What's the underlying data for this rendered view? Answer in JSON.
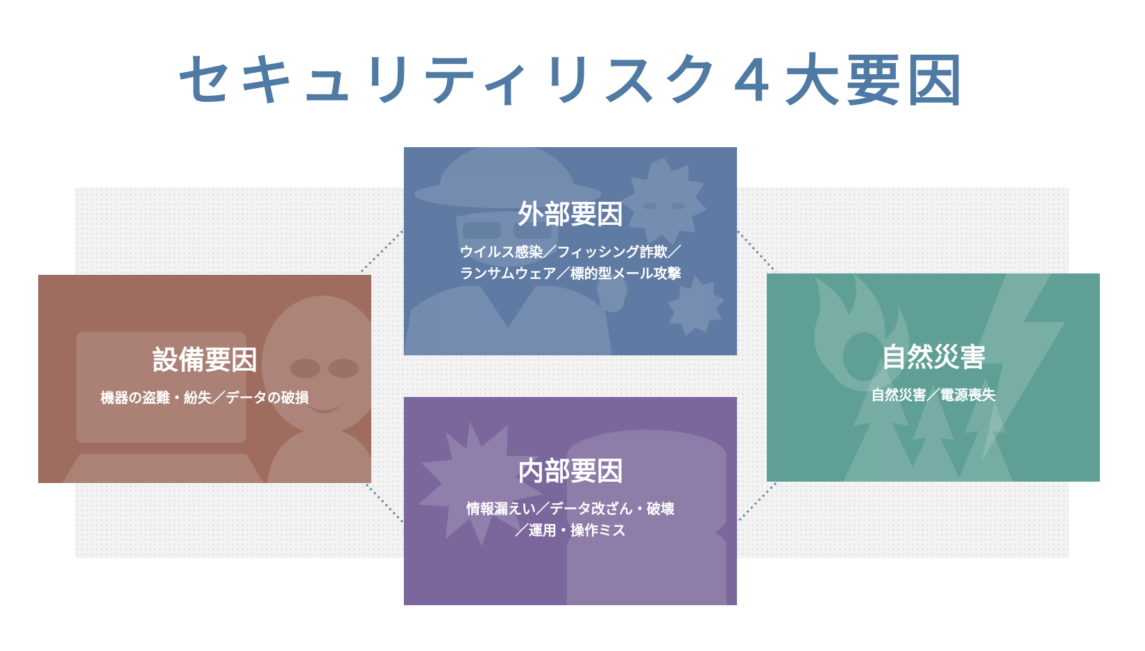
{
  "title": "セキュリティリスク４大要因",
  "colors": {
    "title": "#4e7aa3",
    "external": "#5f7ba3",
    "internal": "#7b679b",
    "equipment": "#9e6d5f",
    "natural": "#5f9f96",
    "connector": "#5f8f9f"
  },
  "cards": {
    "external": {
      "heading": "外部要因",
      "line1": "ウイルス感染／フィッシング詐欺／",
      "line2": "ランサムウェア／標的型メール攻撃",
      "icons": [
        "spy-icon",
        "virus-icon"
      ]
    },
    "internal": {
      "heading": "内部要因",
      "line1": "情報漏えい／データ改ざん・破壊",
      "line2": "／運用・操作ミス",
      "icons": [
        "burst-icon",
        "database-icon"
      ]
    },
    "equipment": {
      "heading": "設備要因",
      "line1": "機器の盗難・紛失／データの破損",
      "icons": [
        "computer-icon",
        "thief-icon"
      ]
    },
    "natural": {
      "heading": "自然災害",
      "line1": "自然災害／電源喪失",
      "icons": [
        "fire-icon",
        "lightning-icon",
        "tree-icon"
      ]
    }
  }
}
